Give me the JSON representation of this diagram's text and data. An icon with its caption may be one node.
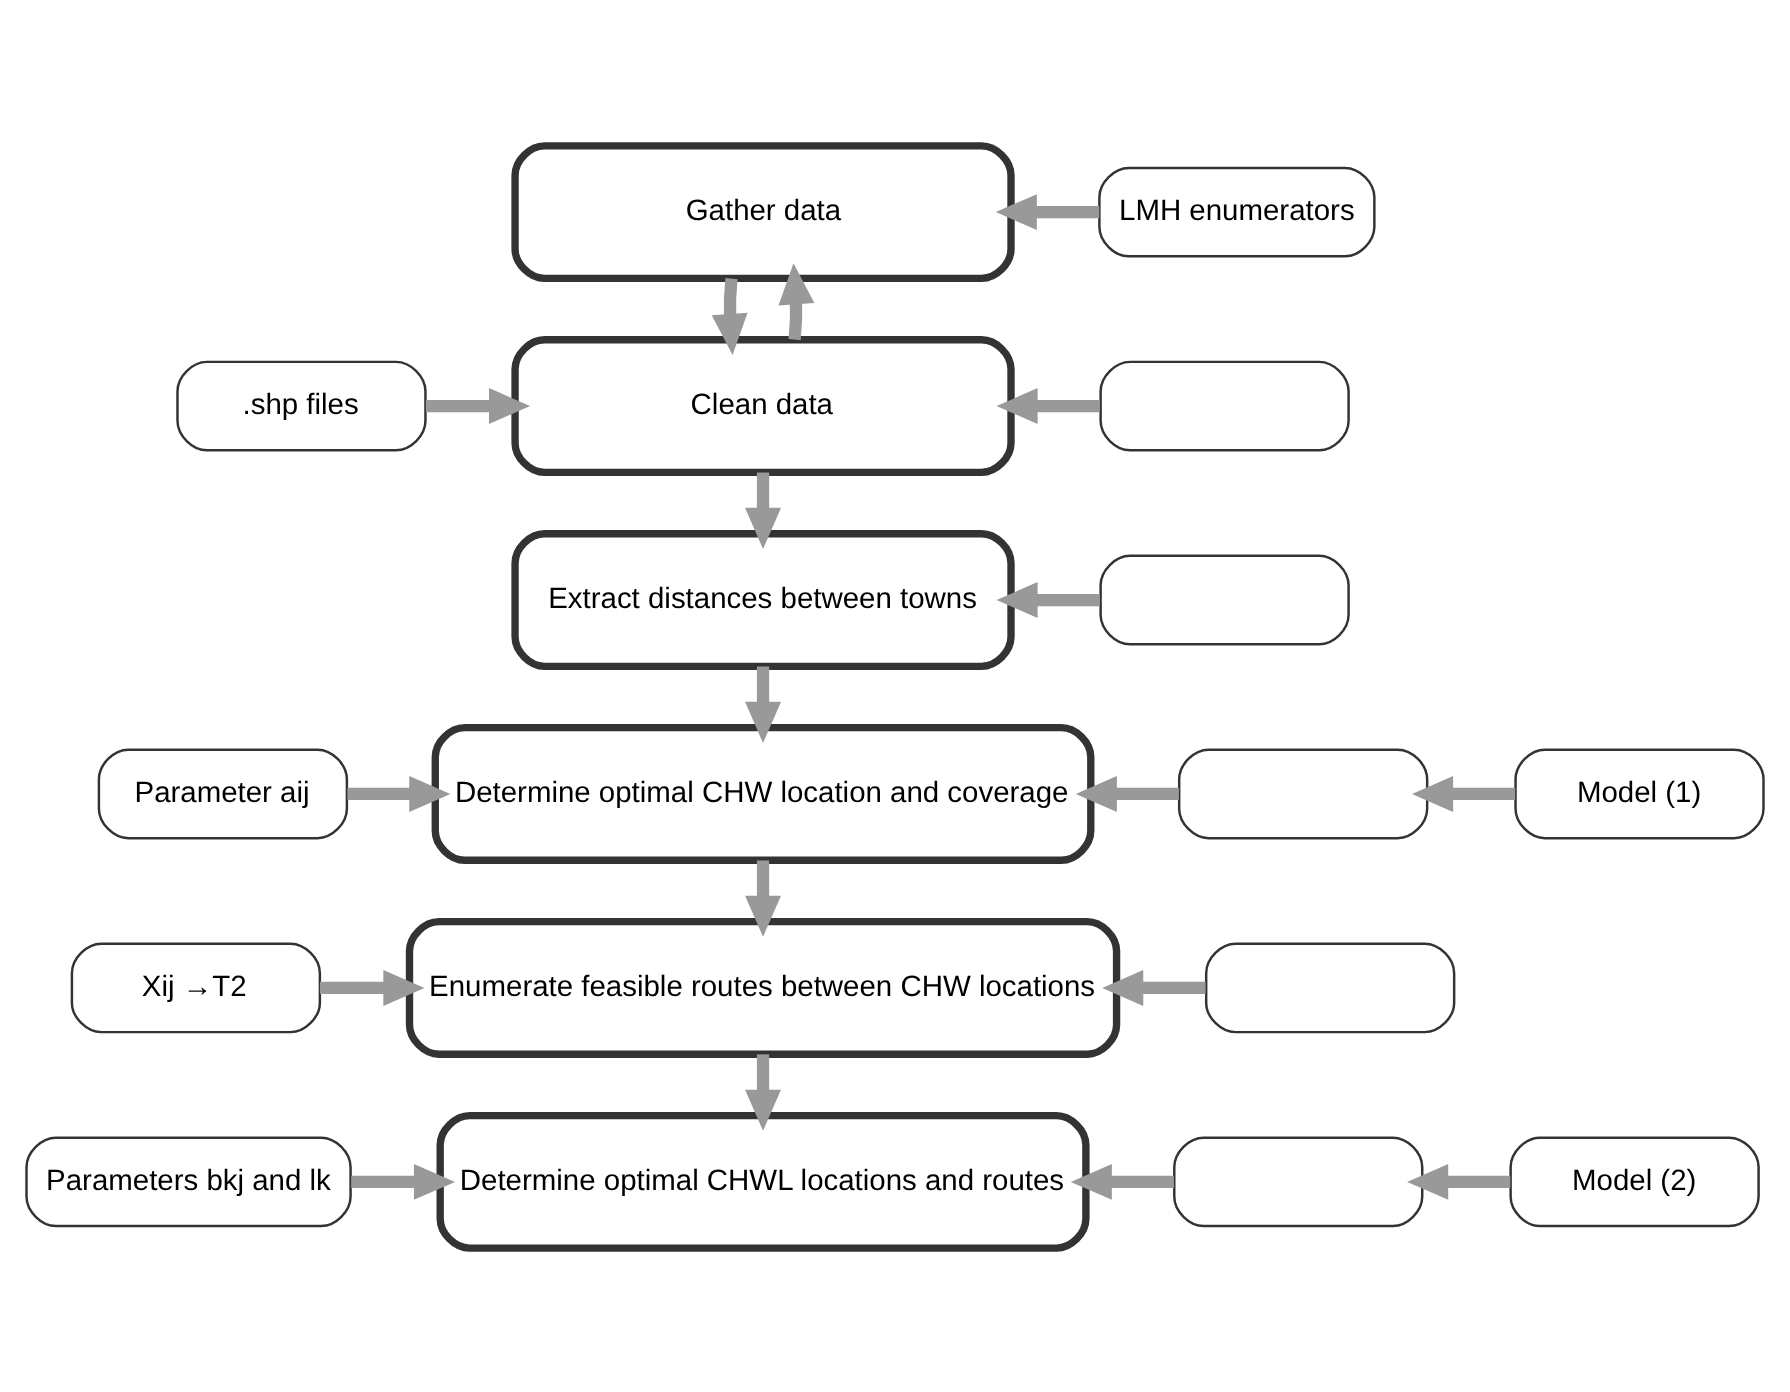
{
  "diagram": {
    "nodes": [
      {
        "text": [
          "Gather data"
        ]
      },
      {
        "text": [
          "LMH enumerators"
        ]
      },
      {
        "text": [
          ".shp files"
        ]
      },
      {
        "text": [
          "Clean data"
        ]
      },
      {
        "text": [],
        "shape": "box"
      },
      {
        "text": [
          "Extract distances between towns"
        ]
      },
      {
        "text": [],
        "shape": "box"
      },
      {
        "text": [
          "Parameter aij"
        ]
      },
      {
        "text": [
          "Determine optimal CHW location and coverage"
        ]
      },
      {
        "text": [],
        "shape": "box"
      },
      {
        "text": [
          "Model (1)"
        ]
      },
      {
        "text": [
          "Xij →T2"
        ]
      },
      {
        "text": [
          "Enumerate feasible routes between CHW locations"
        ]
      },
      {
        "text": [],
        "shape": "box"
      },
      {
        "text": [
          "Parameters bkj and lk"
        ]
      },
      {
        "text": [
          "Determine optimal CHWL locations and routes"
        ]
      },
      {
        "text": [],
        "shape": "box"
      },
      {
        "text": [
          "Model (2)"
        ]
      }
    ],
    "edges": [
      {
        "from": 1,
        "to": 0,
        "arrow": "to"
      },
      {
        "from": 0,
        "to": 3,
        "arrow": "to"
      },
      {
        "from": 3,
        "to": 0,
        "arrow": "to"
      },
      {
        "from": 2,
        "to": 3,
        "arrow": "to"
      },
      {
        "from": 4,
        "to": 3,
        "arrow": "to"
      },
      {
        "from": 3,
        "to": 5,
        "arrow": "to"
      },
      {
        "from": 6,
        "to": 5,
        "arrow": "to"
      },
      {
        "from": 5,
        "to": 8,
        "arrow": "to"
      },
      {
        "from": 7,
        "to": 8,
        "arrow": "to"
      },
      {
        "from": 9,
        "to": 8,
        "arrow": "to"
      },
      {
        "from": 10,
        "to": 9,
        "arrow": "to"
      },
      {
        "from": 8,
        "to": 12,
        "arrow": "to"
      },
      {
        "from": 11,
        "to": 12,
        "arrow": "to"
      },
      {
        "from": 13,
        "to": 12,
        "arrow": "to"
      },
      {
        "from": 12,
        "to": 15,
        "arrow": "to"
      },
      {
        "from": 14,
        "to": 15,
        "arrow": "to"
      },
      {
        "from": 16,
        "to": 15,
        "arrow": "to"
      },
      {
        "from": 17,
        "to": 16,
        "arrow": "to"
      }
    ]
  }
}
